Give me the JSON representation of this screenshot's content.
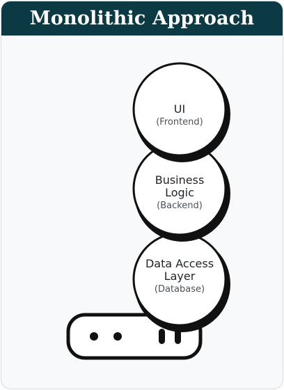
{
  "header": {
    "title": "Monolithic Approach",
    "background": "#0b3a44"
  },
  "diagram": {
    "layers": [
      {
        "name": "UI",
        "sub": "(Frontend)"
      },
      {
        "name": "Business Logic",
        "name_lines": [
          "Business",
          "Logic"
        ],
        "sub": "(Backend)"
      },
      {
        "name": "Data Access Layer",
        "name_lines": [
          "Data Access",
          "Layer"
        ],
        "sub": "(Database)"
      }
    ],
    "server_icon": "server-icon"
  }
}
